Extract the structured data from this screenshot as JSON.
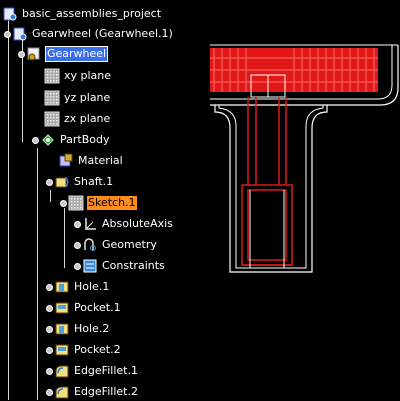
{
  "tree": {
    "root": {
      "label": "basic_assemblies_project"
    },
    "gearwheel_product": {
      "label": "Gearwheel (Gearwheel.1)"
    },
    "gearwheel_part": {
      "label": "Gearwheel"
    },
    "xy_plane": {
      "label": "xy plane"
    },
    "yz_plane": {
      "label": "yz plane"
    },
    "zx_plane": {
      "label": "zx plane"
    },
    "partbody": {
      "label": "PartBody"
    },
    "material": {
      "label": "Material"
    },
    "shaft": {
      "label": "Shaft.1"
    },
    "sketch": {
      "label": "Sketch.1"
    },
    "absolute_axis": {
      "label": "AbsoluteAxis"
    },
    "geometry": {
      "label": "Geometry"
    },
    "constraints": {
      "label": "Constraints"
    },
    "hole1": {
      "label": "Hole.1"
    },
    "pocket1": {
      "label": "Pocket.1"
    },
    "hole2": {
      "label": "Hole.2"
    },
    "pocket2": {
      "label": "Pocket.2"
    },
    "edgefillet1": {
      "label": "EdgeFillet.1"
    },
    "edgefillet2": {
      "label": "EdgeFillet.2"
    }
  },
  "colors": {
    "highlight_red": "#ff1a1a",
    "wireframe_white": "#ffffff",
    "selection_blue": "#3a6ee8",
    "active_orange": "#ff8a1e"
  },
  "icons": {
    "product": "product-icon",
    "part": "part-icon",
    "plane": "plane-icon",
    "body": "partbody-icon",
    "material": "material-icon",
    "shaft": "shaft-feature-icon",
    "sketch": "sketch-icon",
    "axis": "axis-system-icon",
    "geometry": "geometry-icon",
    "constraints": "constraints-icon",
    "hole": "hole-feature-icon",
    "pocket": "pocket-feature-icon",
    "fillet": "edge-fillet-icon"
  }
}
